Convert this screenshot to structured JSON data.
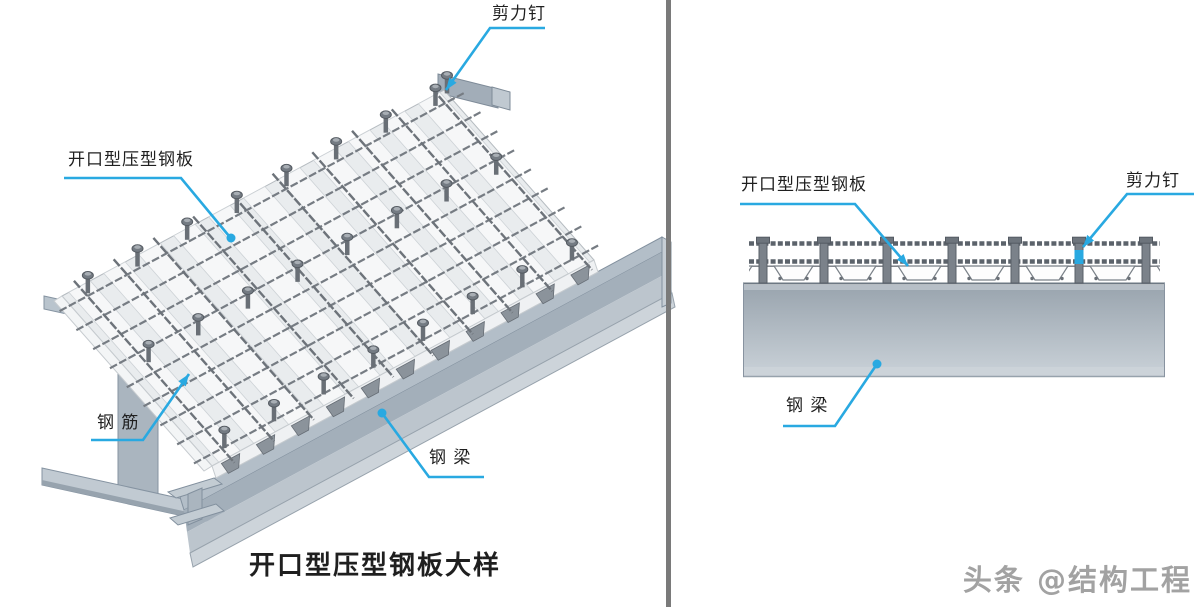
{
  "left_panel": {
    "labels": {
      "shear_stud": "剪力钉",
      "deck": "开口型压型钢板",
      "rebar": "钢 筋",
      "beam": "钢 梁"
    },
    "title": "开口型压型钢板大样"
  },
  "right_panel": {
    "labels": {
      "deck": "开口型压型钢板",
      "shear_stud": "剪力钉",
      "beam": "钢 梁"
    },
    "watermark": "头条 @结构工程"
  },
  "colors": {
    "leader": "#29a9e1",
    "divider": "#7a7a7a",
    "text": "#1f1f1f",
    "watermark": "#9b9b9b",
    "beam_face": "#aeb9c3",
    "beam_light": "#c5cdd4",
    "beam_dark": "#98a3ad",
    "deck_base": "#e9ecee",
    "deck_crest": "#f6f7f8",
    "metal": "#6b7177",
    "rebar": "#5c636b",
    "opening": "#8b939b"
  }
}
